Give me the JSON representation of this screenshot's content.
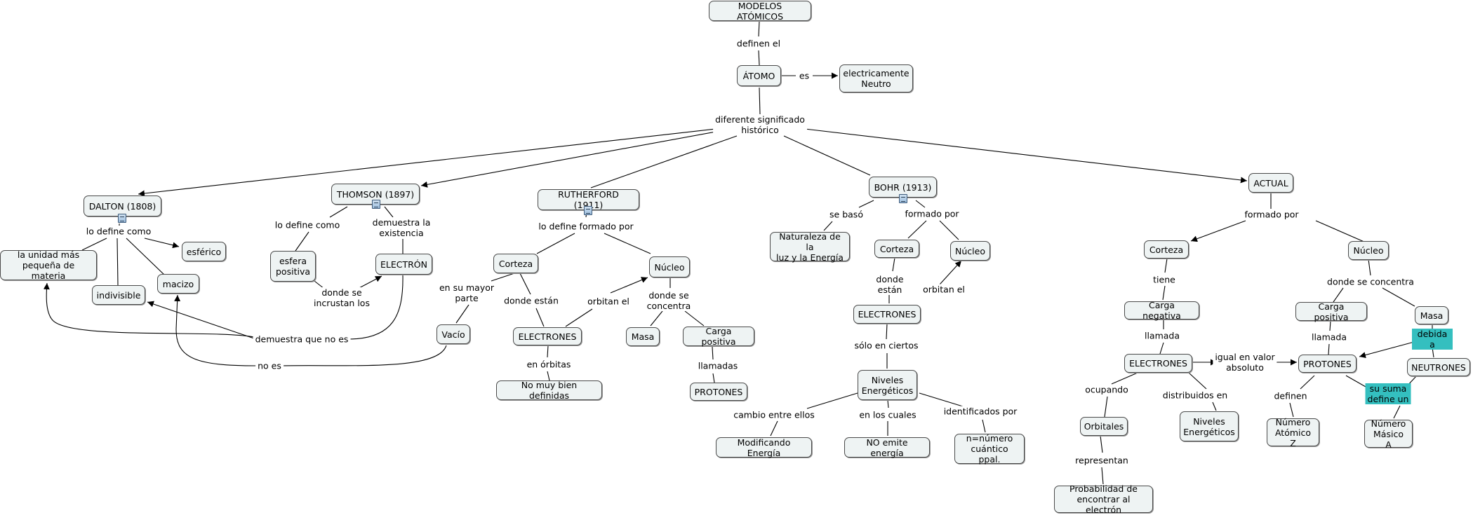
{
  "concepts": {
    "modelos": "MODELOS ATÓMICOS",
    "atomo": "ÁTOMO",
    "neutro": "electricamente\nNeutro",
    "dalton": "DALTON (1808)",
    "thomson": "THOMSON (1897)",
    "rutherford": "RUTHERFORD (1911)",
    "bohr": "BOHR (1913)",
    "actual": "ACTUAL",
    "unidad": "la unidad más\npequeña de materia",
    "esferico": "esférico",
    "indivisible": "indivisible",
    "macizo": "macizo",
    "esfera": "esfera\npositiva",
    "electron_t": "ELECTRÓN",
    "corteza_r": "Corteza",
    "nucleo_r": "Núcleo",
    "vacio": "Vacío",
    "electrones_r": "ELECTRONES",
    "masa_r": "Masa",
    "carga_r": "Carga positiva",
    "no_muy": "No muy bien definidas",
    "protones_r": "PROTONES",
    "naturaleza": "Naturaleza de la\nluz y la Energía",
    "corteza_b": "Corteza",
    "nucleo_b": "Núcleo",
    "electrones_b": "ELECTRONES",
    "niveles_b": "Niveles\nEnergéticos",
    "modificando": "Modificando Energía",
    "no_emite": "NO emite energía",
    "n_num": "n=número\ncuántico ppal.",
    "corteza_a": "Corteza",
    "nucleo_a": "Núcleo",
    "carga_neg": "Carga negativa",
    "electrones_a": "ELECTRONES",
    "orbitales": "Orbitales",
    "probabilidad": "Probabilidad de\nencontrar al electrón",
    "niveles_a": "Niveles\nEnergéticos",
    "carga_pos_a": "Carga positiva",
    "masa_a": "Masa",
    "protones_a": "PROTONES",
    "neutrones": "NEUTRONES",
    "num_z": "Número\nAtómico Z",
    "num_a": "Número\nMásico A"
  },
  "link_labels": {
    "definen": "definen el",
    "es": "es",
    "diferente": "diferente significado\nhistórico",
    "lo_define_d": "lo define como",
    "lo_define_t": "lo define como",
    "demuestra_e": "demuestra la\nexistencia",
    "donde_incr": "donde se\nincrustan los",
    "demuestra_no": "demuestra que no es",
    "no_es": "no es",
    "lo_define_r": "lo define formado por",
    "mayor": "en su mayor\nparte",
    "donde_estan_r": "donde están",
    "orbitan_r": "orbitan el",
    "donde_conc_r": "donde se\nconcentra",
    "en_orbitas": "en órbitas",
    "llamadas": "llamadas",
    "se_baso": "se basó",
    "formado_b": "formado por",
    "donde_estan_b": "donde\nestán",
    "orbitan_b": "orbitan el",
    "solo": "sólo en ciertos",
    "cambio": "cambio entre ellos",
    "en_cuales": "en los cuales",
    "identificados": "identificados por",
    "formado_a": "formado por",
    "tiene": "tiene",
    "donde_conc_a": "donde se concentra",
    "llamada_n": "llamada",
    "llamada_p": "llamada",
    "igual": "igual en valor\nabsoluto",
    "debida": "debida a",
    "ocupando": "ocupando",
    "distribuidos": "distribuidos en",
    "definen_z": "definen",
    "su_suma": "su suma\ndefine un",
    "representan": "representan"
  },
  "highlight_color": "#34bfbf"
}
